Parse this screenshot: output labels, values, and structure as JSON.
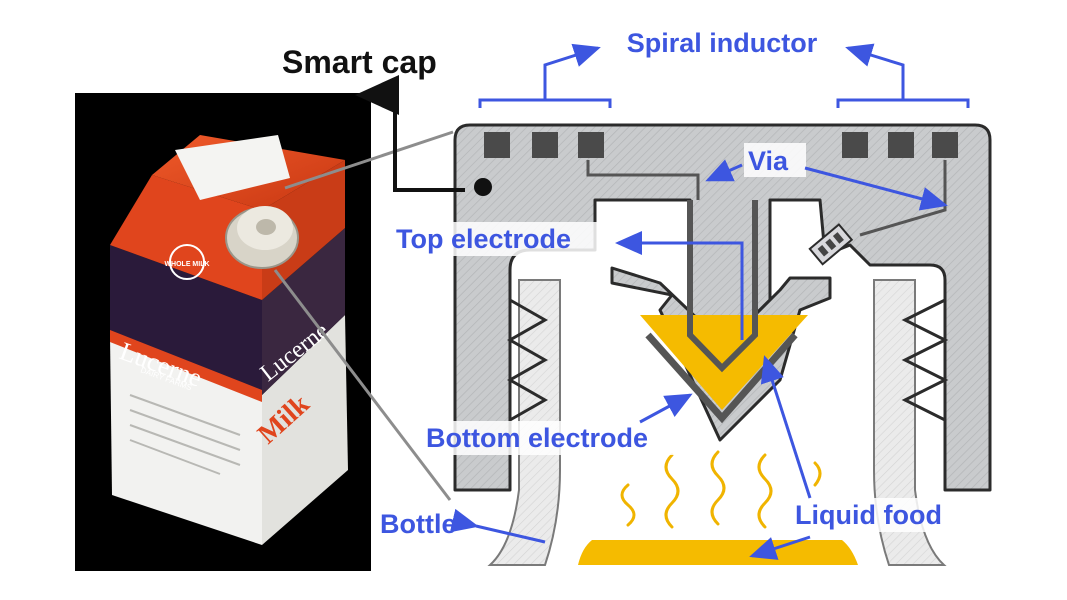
{
  "title": "Smart cap",
  "labels": {
    "spiral_inductor": "Spiral inductor",
    "via": "Via",
    "top_electrode": "Top electrode",
    "bottom_electrode": "Bottom electrode",
    "bottle": "Bottle",
    "liquid_food": "Liquid food"
  },
  "carton": {
    "brand": "Lucerne",
    "brand_sub": "DAIRY FARMS",
    "product": "Milk",
    "badge": "WHOLE MILK"
  },
  "colors": {
    "label_blue": "#3d56e0",
    "cap_gray": "#c4c6c8",
    "outline": "#4a4a4a",
    "liquid": "#f5bb00",
    "carton_red": "#e0451d",
    "background_photo": "#000000"
  }
}
